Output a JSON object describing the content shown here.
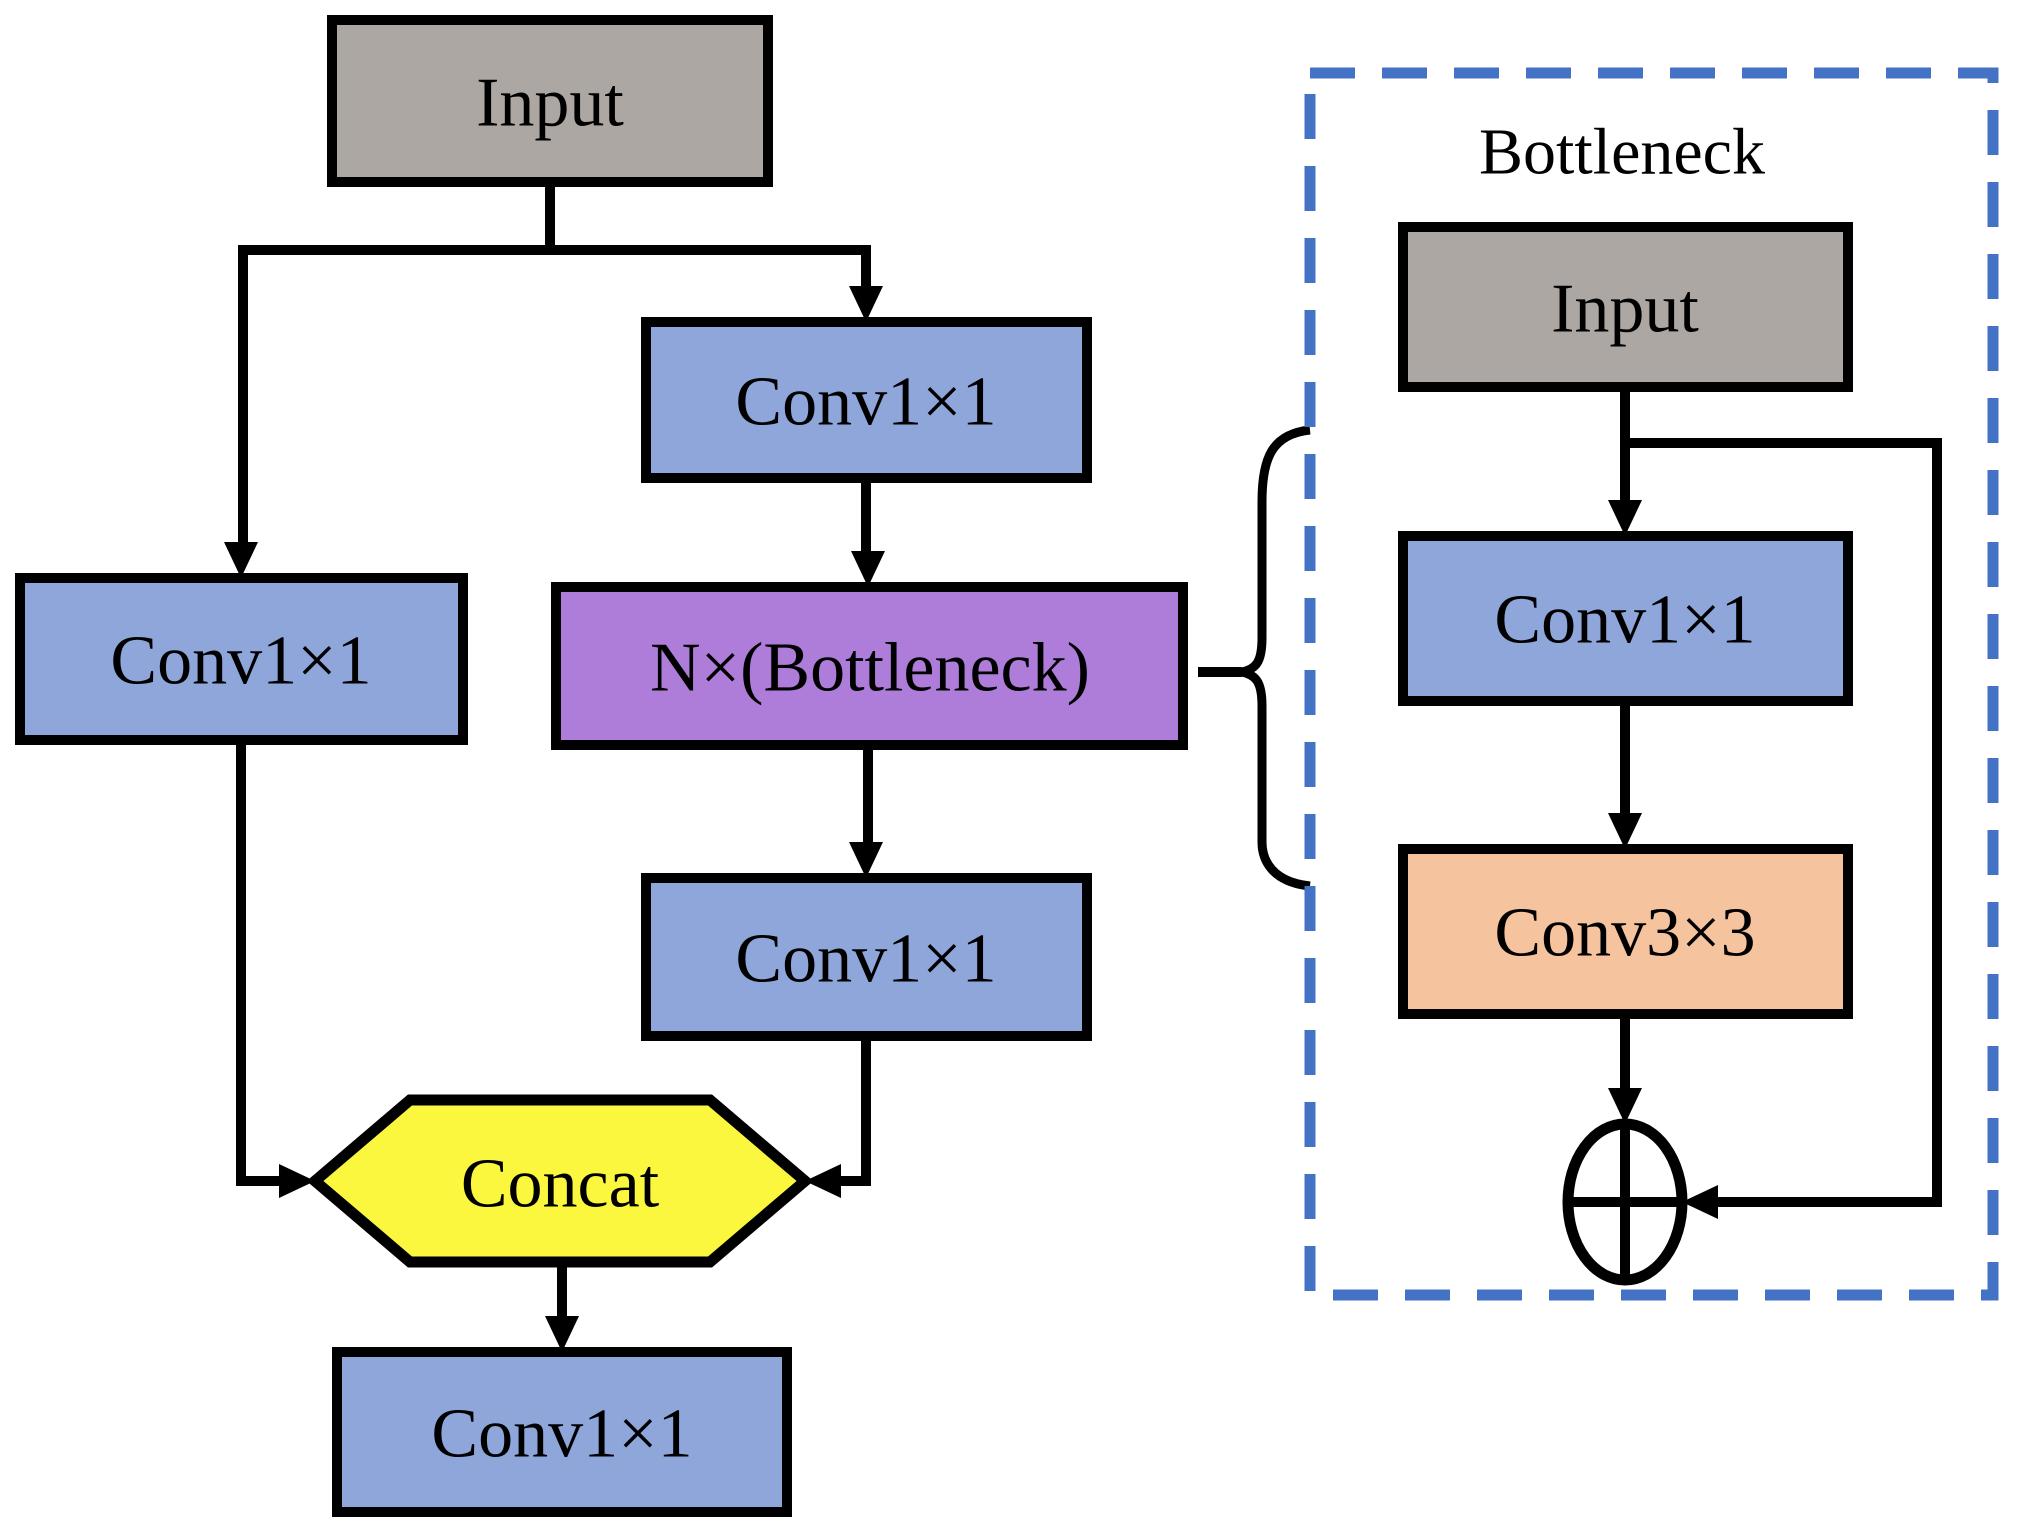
{
  "colors": {
    "gray": "#ACA7A2",
    "blue": "#8EA6DA",
    "purple": "#AE7CD9",
    "orange": "#F5C39E",
    "yellow": "#FAF73E",
    "panel_border": "#4472C4",
    "line": "#000000"
  },
  "main_flow": {
    "input_label": "Input",
    "left_conv_label": "Conv1×1",
    "top_conv_label": "Conv1×1",
    "bottleneck_block_label": "N×(Bottleneck)",
    "mid_conv_label": "Conv1×1",
    "concat_label": "Concat",
    "output_conv_label": "Conv1×1"
  },
  "bottleneck_panel": {
    "title": "Bottleneck",
    "input_label": "Input",
    "conv1_label": "Conv1×1",
    "conv3_label": "Conv3×3",
    "add_symbol": "⊕"
  }
}
